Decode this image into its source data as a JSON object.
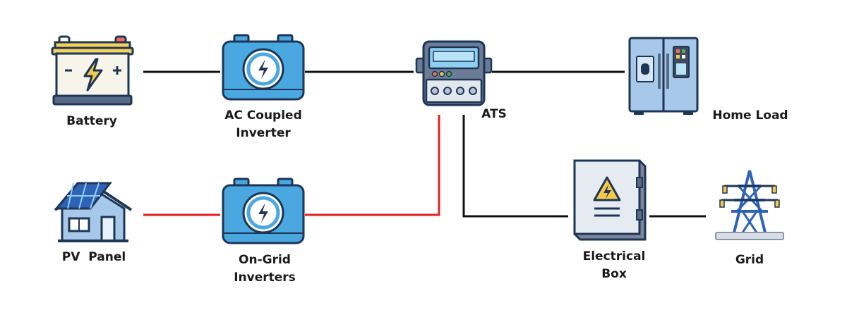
{
  "diagram": {
    "nodes": {
      "battery": {
        "label": "Battery"
      },
      "ac_inverter": {
        "label_line1": "AC Coupled",
        "label_line2": "Inverter"
      },
      "ats": {
        "label": "ATS"
      },
      "home_load": {
        "label": "Home Load"
      },
      "pv_panel": {
        "label": "PV  Panel"
      },
      "on_grid_inverters": {
        "label_line1": "On-Grid",
        "label_line2": "Inverters"
      },
      "electrical_box": {
        "label_line1": "Electrical",
        "label_line2": "Box"
      },
      "grid": {
        "label": "Grid"
      }
    },
    "connections": [
      {
        "from": "Battery",
        "to": "AC Coupled Inverter",
        "color": "#111111"
      },
      {
        "from": "AC Coupled Inverter",
        "to": "ATS",
        "color": "#111111"
      },
      {
        "from": "ATS",
        "to": "Home Load",
        "color": "#111111"
      },
      {
        "from": "PV Panel",
        "to": "On-Grid Inverters",
        "color": "#e02020"
      },
      {
        "from": "On-Grid Inverters",
        "to": "ATS",
        "color": "#e02020"
      },
      {
        "from": "ATS",
        "to": "Electrical Box",
        "color": "#111111"
      },
      {
        "from": "Electrical Box",
        "to": "Grid",
        "color": "#111111"
      }
    ],
    "colors": {
      "dc_wire": "#111111",
      "solar_wire": "#e02020",
      "inverter_blue": "#4aa7e0",
      "outline": "#1d3557"
    }
  }
}
